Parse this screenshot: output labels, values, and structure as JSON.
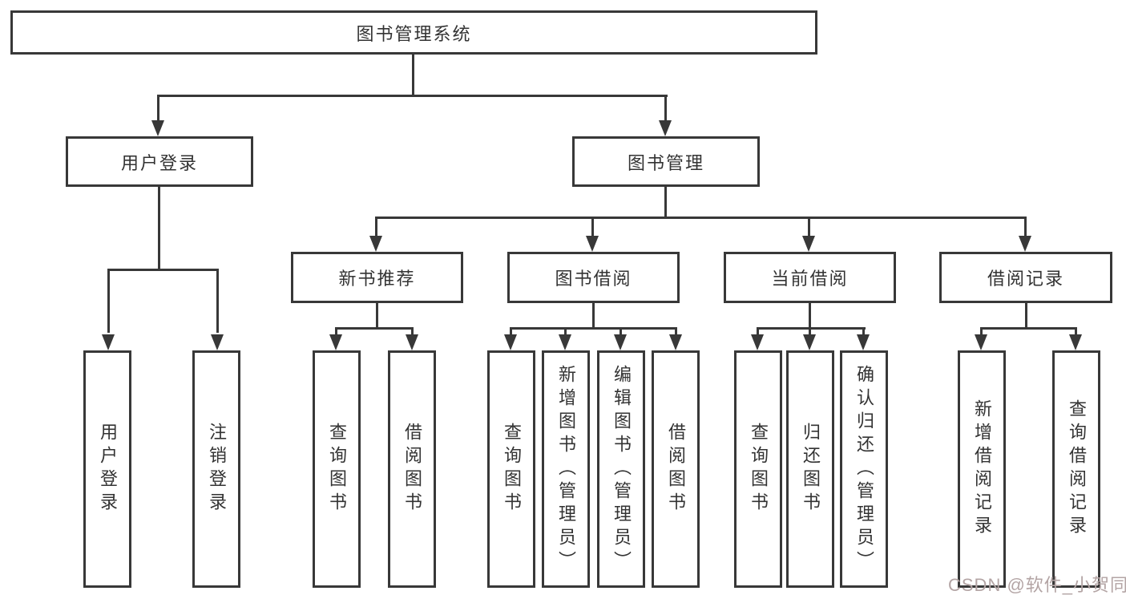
{
  "tree": {
    "root": {
      "label": "图书管理系统"
    },
    "branches": [
      {
        "label": "用户登录",
        "children": [
          {
            "label": "用户登录"
          },
          {
            "label": "注销登录"
          }
        ]
      },
      {
        "label": "图书管理",
        "children": [
          {
            "label": "新书推荐",
            "children": [
              {
                "label": "查询图书"
              },
              {
                "label": "借阅图书"
              }
            ]
          },
          {
            "label": "图书借阅",
            "children": [
              {
                "label": "查询图书"
              },
              {
                "label": "新增图书（管理员）"
              },
              {
                "label": "编辑图书（管理员）"
              },
              {
                "label": "借阅图书"
              }
            ]
          },
          {
            "label": "当前借阅",
            "children": [
              {
                "label": "查询图书"
              },
              {
                "label": "归还图书"
              },
              {
                "label": "确认归还（管理员）"
              }
            ]
          },
          {
            "label": "借阅记录",
            "children": [
              {
                "label": "新增借阅记录"
              },
              {
                "label": "查询借阅记录"
              }
            ]
          }
        ]
      }
    ]
  },
  "watermark": {
    "text": "CSDN @软件_小贺同学"
  },
  "colors": {
    "line": "#383838",
    "text": "#333333",
    "watermark": "#b3a4a4",
    "background": "#ffffff"
  }
}
